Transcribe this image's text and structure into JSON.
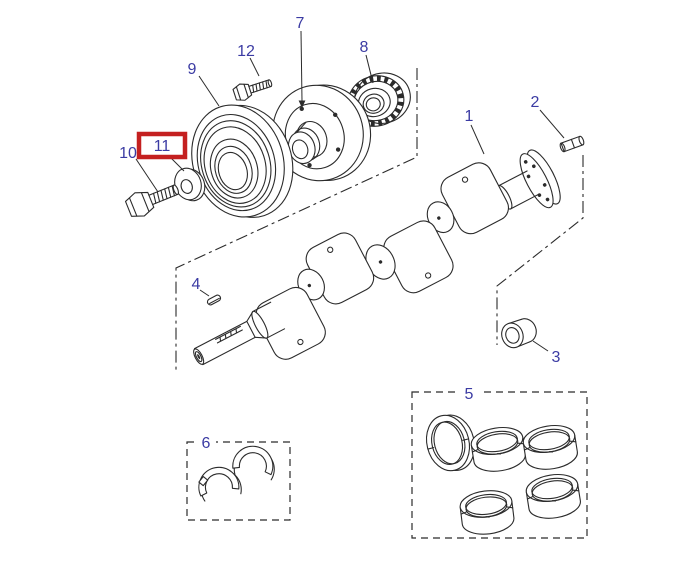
{
  "diagram": {
    "callouts": [
      "1",
      "2",
      "3",
      "4",
      "5",
      "6",
      "7",
      "8",
      "9",
      "10",
      "11",
      "12"
    ],
    "highlighted_callout": "11",
    "colors": {
      "background": "#ffffff",
      "line": "#2b2b2b",
      "callout_label": "#3b3ba3",
      "highlight_box": "#c42020"
    }
  }
}
